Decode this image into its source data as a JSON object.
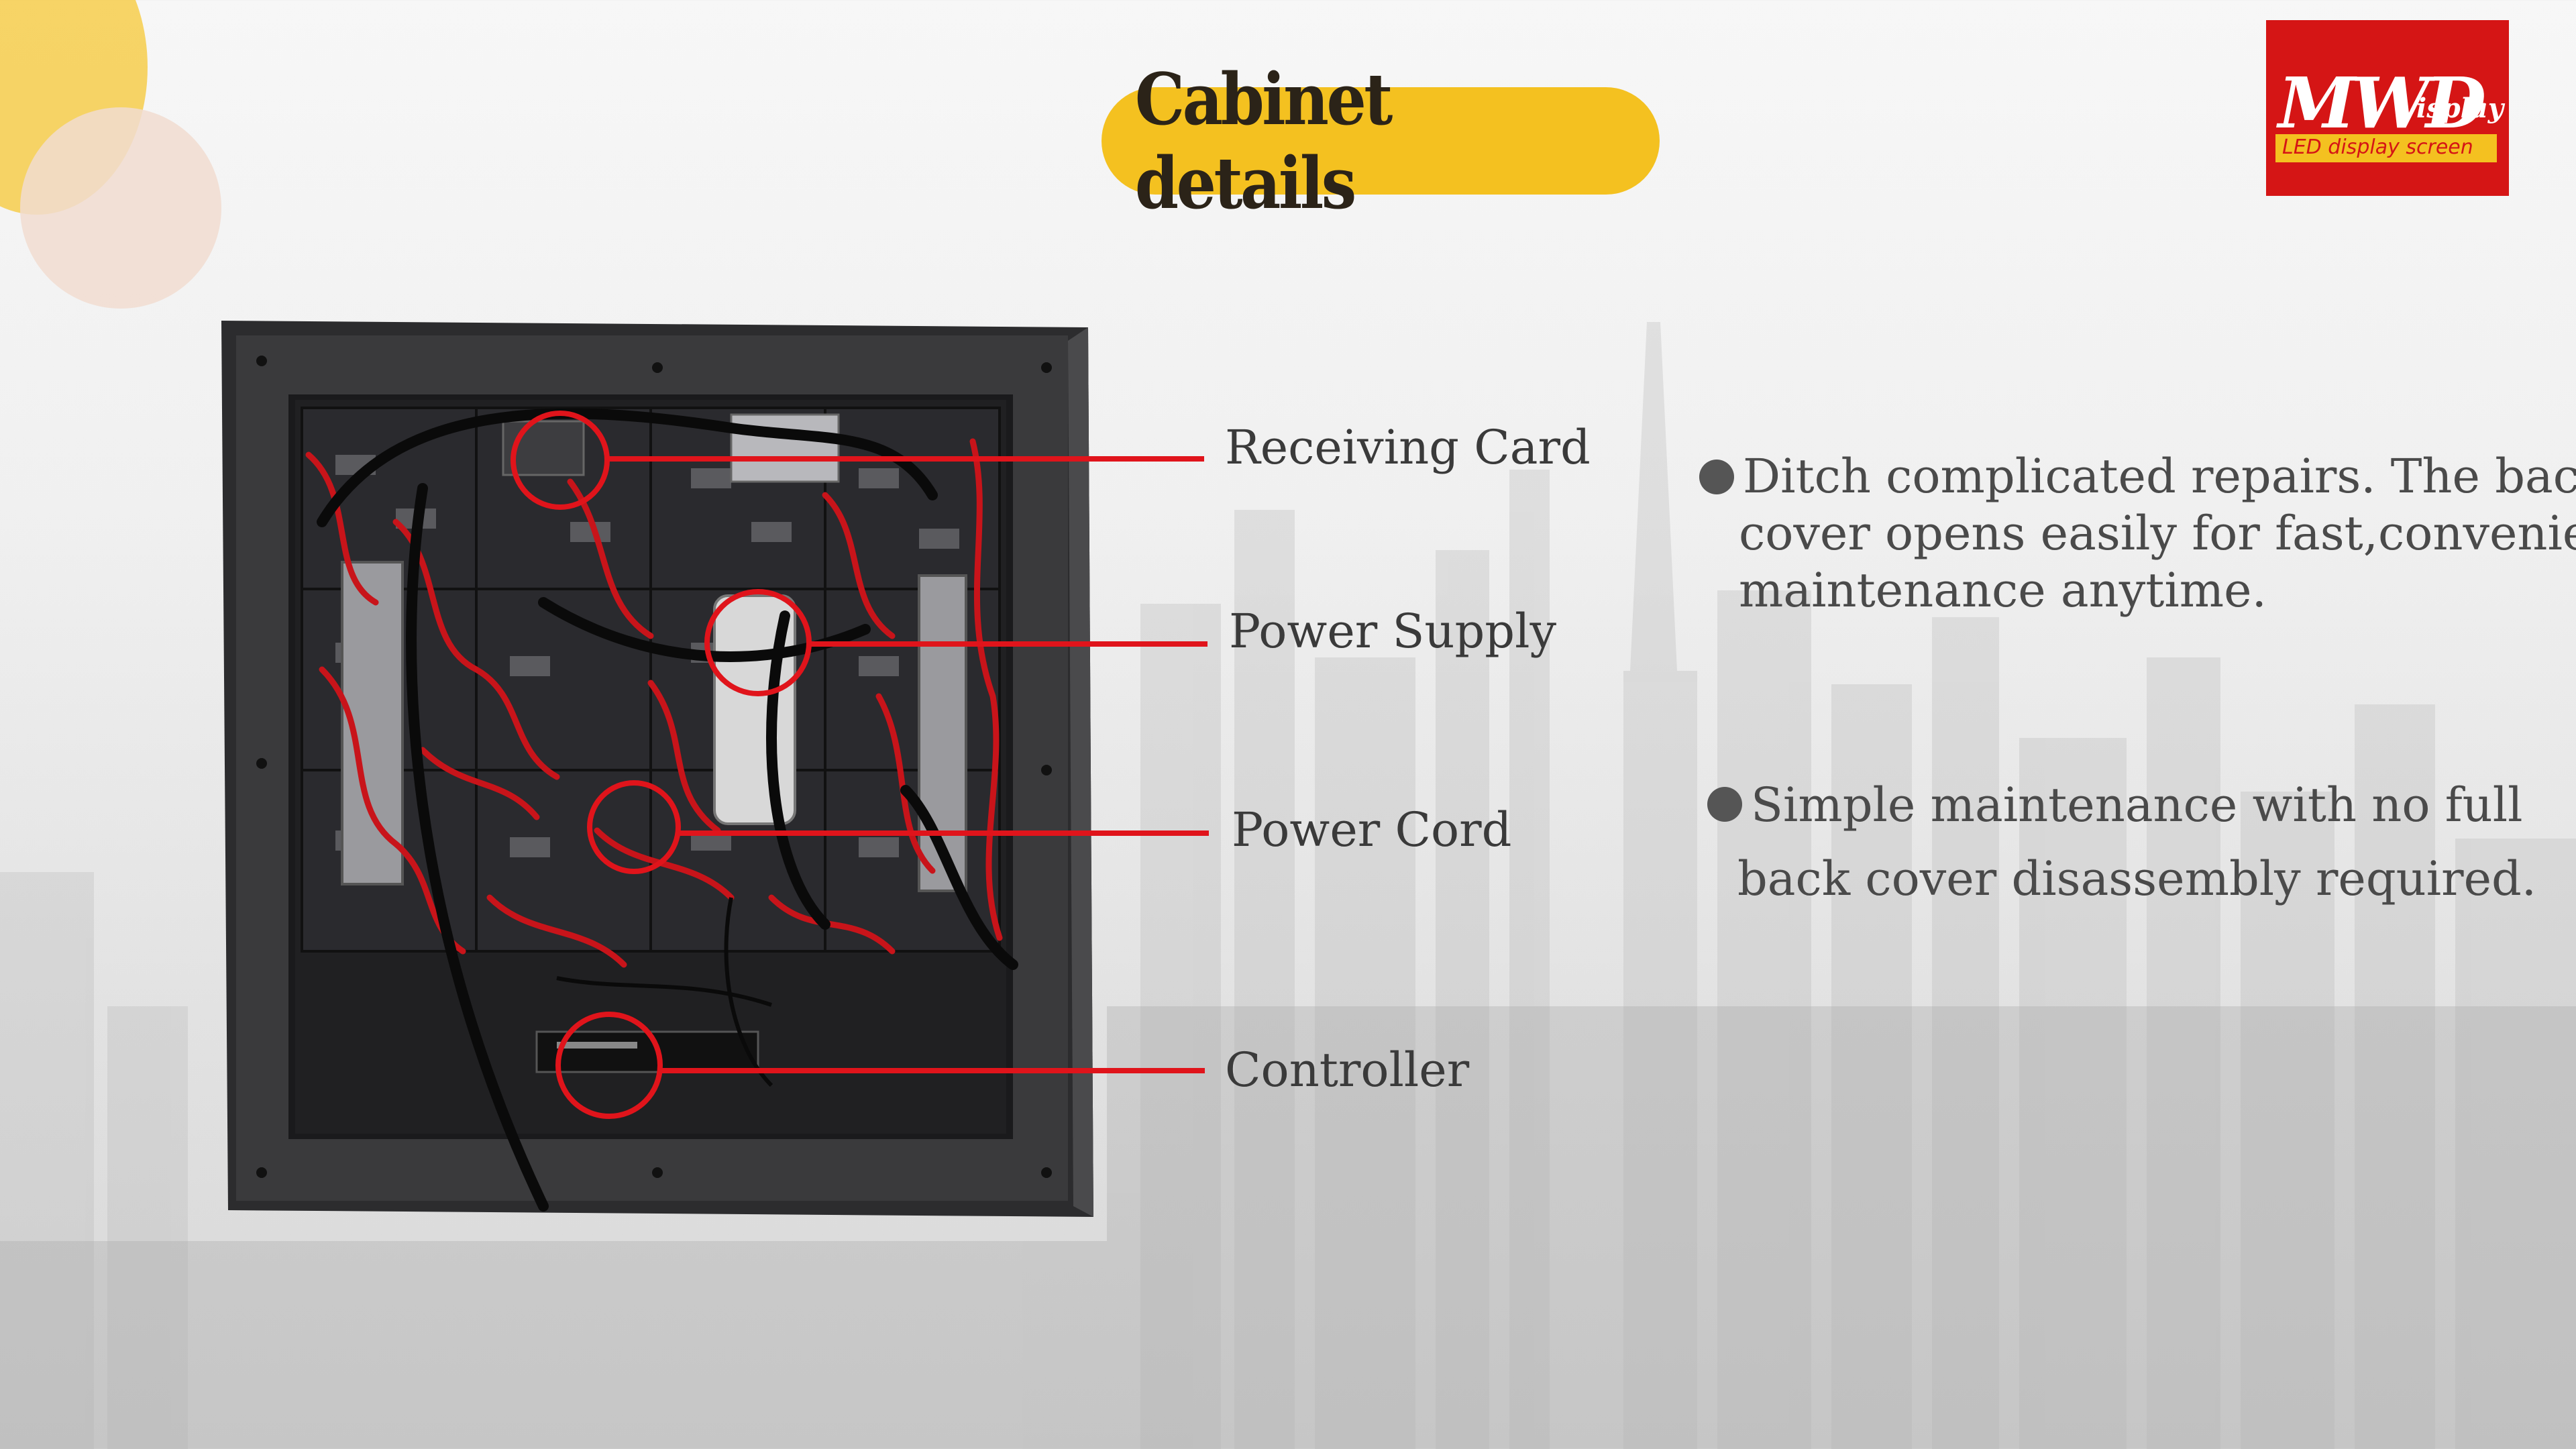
{
  "title": "Cabinet details",
  "logo": {
    "brand": "MWD",
    "suffix": "isplay",
    "tagline": "LED display screen",
    "background_color": "#d51515",
    "accent_color": "#f4c120"
  },
  "callouts": [
    {
      "label": "Receiving Card"
    },
    {
      "label": "Power Supply"
    },
    {
      "label": "Power Cord"
    },
    {
      "label": "Controller"
    }
  ],
  "features": [
    {
      "lines": [
        "Ditch complicated repairs. The back",
        "cover opens easily for fast,convenient",
        "maintenance anytime."
      ]
    },
    {
      "lines": [
        "Simple maintenance with no full",
        "back cover disassembly required."
      ]
    }
  ],
  "colors": {
    "title_pill": "#f4c120",
    "callout_red": "#e0141b",
    "cabinet_frame": "#2c2c2e",
    "cable_red": "#c8141a"
  },
  "icons": [
    "bullet-dot-icon",
    "highlight-circle-icon"
  ]
}
